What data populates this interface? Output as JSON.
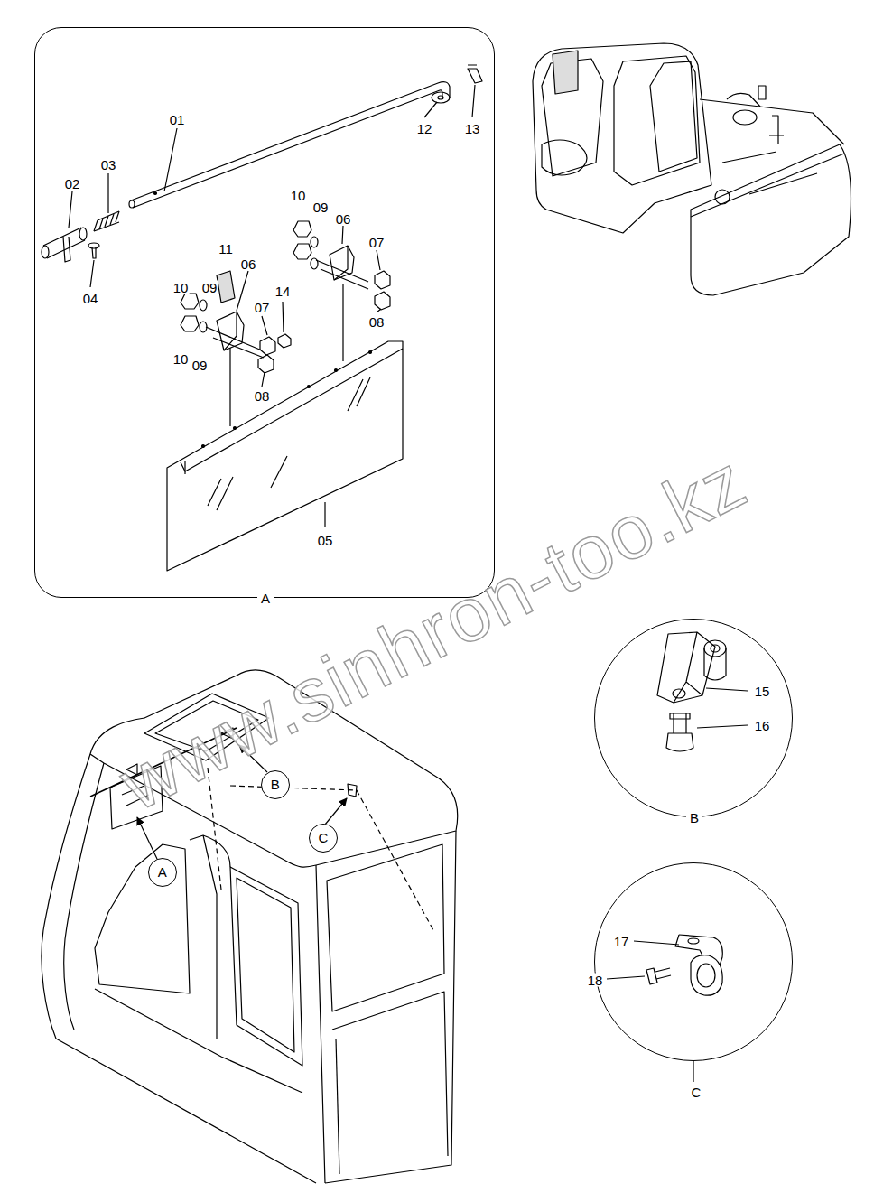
{
  "diagram": {
    "nodes": [
      {
        "text": [
          "A"
        ]
      },
      {
        "text": [
          "B"
        ]
      },
      {
        "text": [
          "B"
        ]
      },
      {
        "text": [
          "C"
        ]
      },
      {
        "text": [
          "A"
        ]
      },
      {
        "text": [
          "C"
        ]
      }
    ],
    "labels": [
      "13",
      "12",
      "01",
      "03",
      "02",
      "09",
      "10",
      "06",
      "11",
      "06",
      "07",
      "10",
      "14",
      "07",
      "09",
      "08",
      "08",
      "10",
      "09",
      "04",
      "05",
      "15",
      "16",
      "17",
      "18",
      "www.sinhron-too.kz"
    ]
  }
}
